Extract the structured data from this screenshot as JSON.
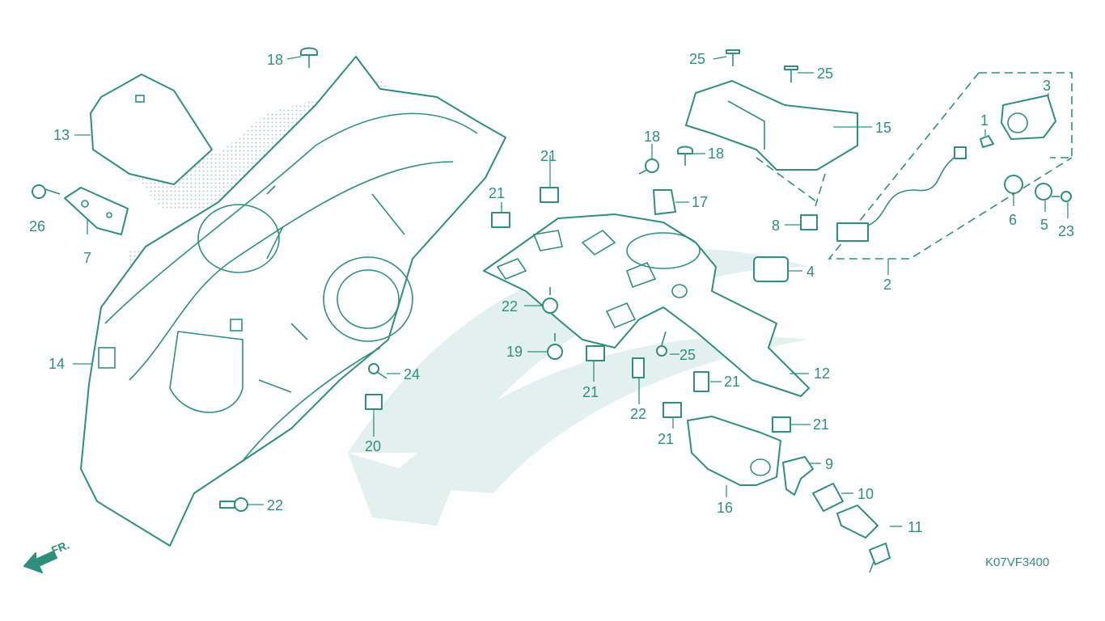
{
  "diagram": {
    "code": "K07VF3400",
    "front_label": "FR.",
    "accent_color": "#2f8f7d",
    "callouts": {
      "c1": "1",
      "c2": "2",
      "c3": "3",
      "c4": "4",
      "c5": "5",
      "c6": "6",
      "c7": "7",
      "c8": "8",
      "c9": "9",
      "c10": "10",
      "c11": "11",
      "c12": "12",
      "c13": "13",
      "c14": "14",
      "c15": "15",
      "c16": "16",
      "c17": "17",
      "c18a": "18",
      "c18b": "18",
      "c18c": "18",
      "c19": "19",
      "c20": "20",
      "c21a": "21",
      "c21b": "21",
      "c21c": "21",
      "c21d": "21",
      "c21e": "21",
      "c21f": "21",
      "c22a": "22",
      "c22b": "22",
      "c22c": "22",
      "c23": "23",
      "c24": "24",
      "c25a": "25",
      "c25b": "25",
      "c25c": "25",
      "c26": "26"
    }
  }
}
